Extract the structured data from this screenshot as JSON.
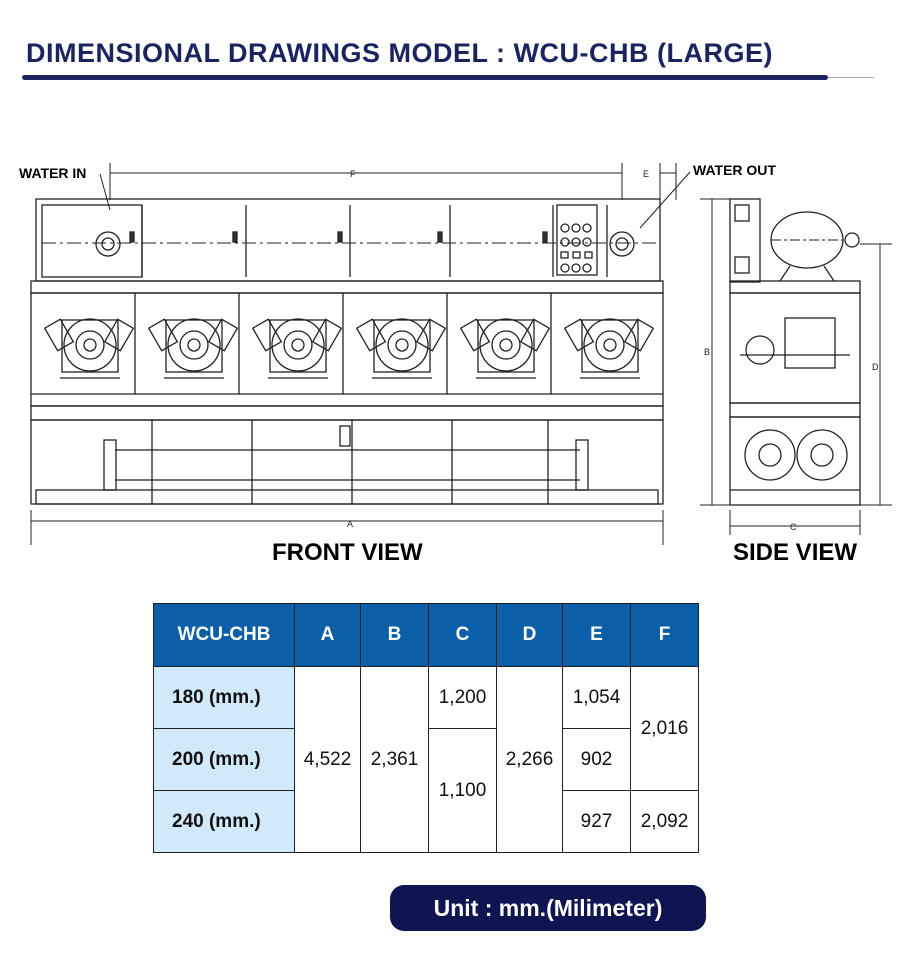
{
  "header": {
    "title": "DIMENSIONAL DRAWINGS MODEL : WCU-CHB (LARGE)"
  },
  "drawing": {
    "front_view_label": "FRONT VIEW",
    "side_view_label": "SIDE VIEW",
    "water_in_label": "WATER IN",
    "water_out_label": "WATER OUT",
    "dim_a": "A",
    "dim_b": "B",
    "dim_c": "C",
    "dim_d": "D",
    "dim_e": "E",
    "dim_f": "F"
  },
  "table": {
    "headers": [
      "WCU-CHB",
      "A",
      "B",
      "C",
      "D",
      "E",
      "F"
    ],
    "models": [
      "180 (mm.)",
      "200 (mm.)",
      "240 (mm.)"
    ],
    "a_value": "4,522",
    "b_value": "2,361",
    "c_values": [
      "1,200",
      "1,100"
    ],
    "d_value": "2,266",
    "e_values": [
      "1,054",
      "902",
      "927"
    ],
    "f_values": [
      "2,016",
      "2,092"
    ]
  },
  "footer": {
    "unit_label": "Unit : mm.(Milimeter)"
  }
}
